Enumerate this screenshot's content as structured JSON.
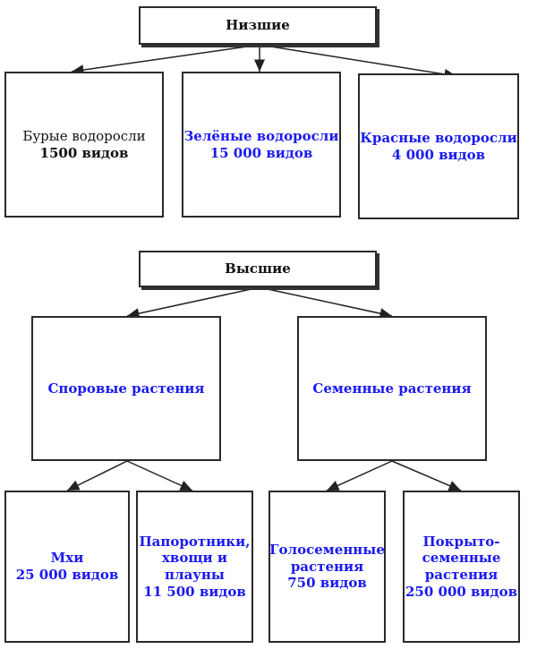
{
  "top": {
    "header": "Низшие",
    "boxes": [
      {
        "line1": "Бурые водоросли",
        "line2": "1500 видов"
      },
      {
        "line1": "Зелёные водоросли",
        "line2": "15 000 видов"
      },
      {
        "line1": "Красные водоросли",
        "line2": "4 000 видов"
      }
    ]
  },
  "bottom": {
    "header": "Высшие",
    "groups": [
      {
        "label": "Споровые растения"
      },
      {
        "label": "Семенные растения"
      }
    ],
    "leaves": [
      {
        "lines": [
          "Мхи",
          "25 000 видов"
        ]
      },
      {
        "lines": [
          "Папоротники,",
          "хвощи и",
          "плауны",
          "11 500 видов"
        ]
      },
      {
        "lines": [
          "Голосеменные",
          "растения",
          "750 видов"
        ]
      },
      {
        "lines": [
          "Покрыто-",
          "семенные",
          "растения",
          "250 000 видов"
        ]
      }
    ]
  },
  "colors": {
    "highlight": "#1a1af0",
    "text": "#111111",
    "border": "#2a2a2a"
  }
}
